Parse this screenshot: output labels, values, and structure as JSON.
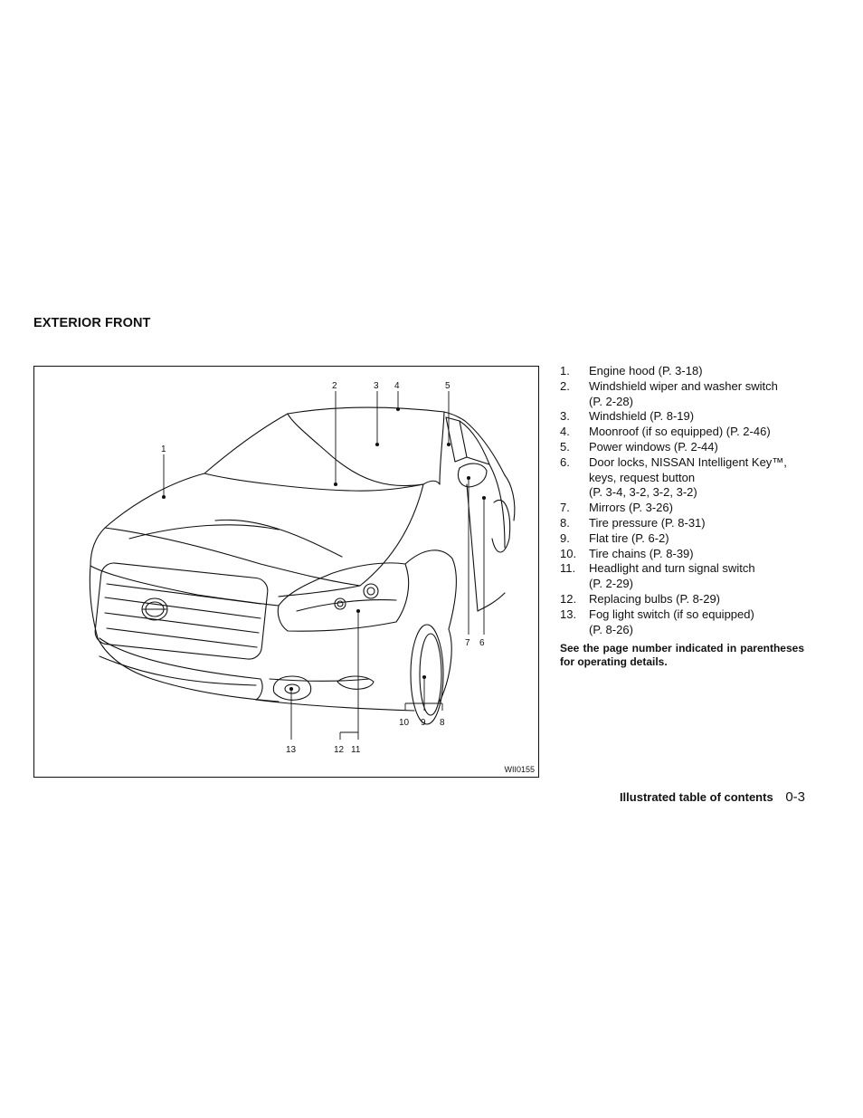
{
  "section_title": "EXTERIOR FRONT",
  "figure": {
    "id": "WII0155",
    "callouts": [
      "1",
      "2",
      "3",
      "4",
      "5",
      "6",
      "7",
      "8",
      "9",
      "10",
      "11",
      "12",
      "13"
    ]
  },
  "items": [
    {
      "num": "1.",
      "lines": [
        "Engine hood (P. 3-18)"
      ]
    },
    {
      "num": "2.",
      "lines": [
        "Windshield wiper and washer switch",
        "(P. 2-28)"
      ]
    },
    {
      "num": "3.",
      "lines": [
        "Windshield (P. 8-19)"
      ]
    },
    {
      "num": "4.",
      "lines": [
        "Moonroof (if so equipped) (P. 2-46)"
      ]
    },
    {
      "num": "5.",
      "lines": [
        "Power windows (P. 2-44)"
      ]
    },
    {
      "num": "6.",
      "lines": [
        "Door locks, NISSAN Intelligent Key™,",
        "keys, request button",
        "(P. 3-4, 3-2, 3-2, 3-2)"
      ]
    },
    {
      "num": "7.",
      "lines": [
        "Mirrors (P. 3-26)"
      ]
    },
    {
      "num": "8.",
      "lines": [
        "Tire pressure (P. 8-31)"
      ]
    },
    {
      "num": "9.",
      "lines": [
        "Flat tire (P. 6-2)"
      ]
    },
    {
      "num": "10.",
      "lines": [
        "Tire chains (P. 8-39)"
      ]
    },
    {
      "num": "11.",
      "lines": [
        "Headlight and turn signal switch",
        "(P. 2-29)"
      ]
    },
    {
      "num": "12.",
      "lines": [
        "Replacing bulbs (P. 8-29)"
      ]
    },
    {
      "num": "13.",
      "lines": [
        "Fog light switch (if so equipped)",
        "(P. 8-26)"
      ]
    }
  ],
  "note": "See the page number indicated in parentheses for operating details.",
  "footer": {
    "title": "Illustrated table of contents",
    "page": "0-3"
  }
}
